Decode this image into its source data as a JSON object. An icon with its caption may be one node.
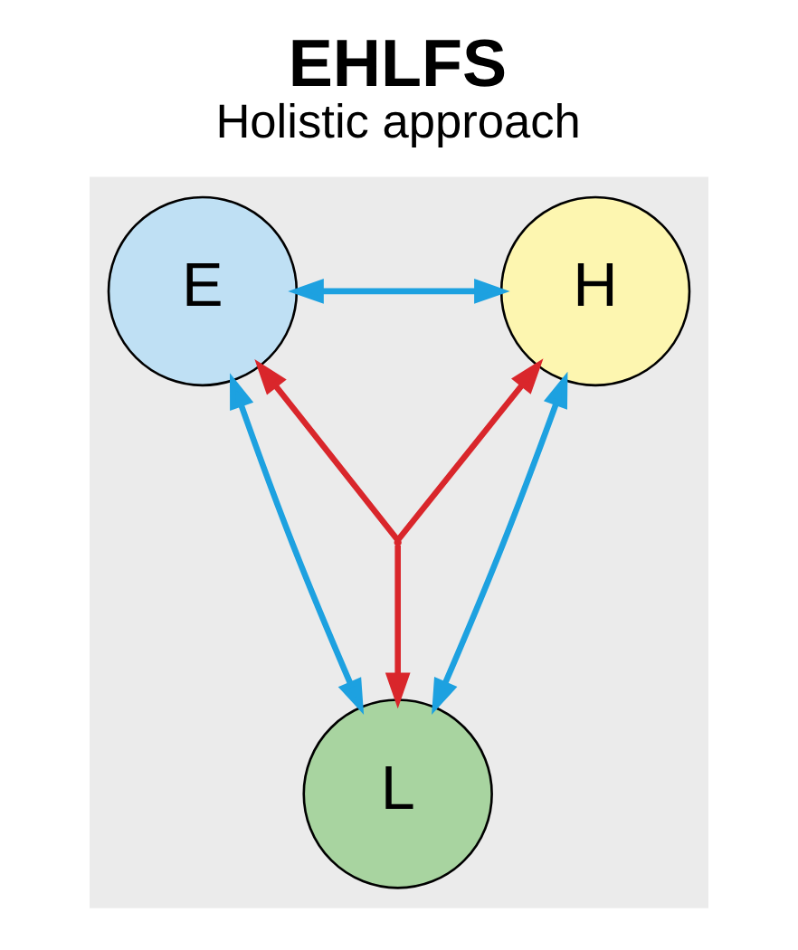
{
  "diagram": {
    "title": "EHLFS",
    "caption": "Holistic approach",
    "nodes": [
      {
        "text": [],
        "shape": "box"
      },
      {
        "text": [
          "E"
        ],
        "in": 0
      },
      {
        "text": [
          "H"
        ],
        "in": 0
      },
      {
        "text": [
          "L"
        ],
        "in": 0
      },
      {
        "text": [],
        "shape": "point",
        "in": 0
      }
    ],
    "edges": [
      {
        "from": 1,
        "to": 2,
        "arrow": "both"
      },
      {
        "from": 1,
        "to": 3,
        "arrow": "both"
      },
      {
        "from": 2,
        "to": 3,
        "arrow": "both"
      },
      {
        "from": 4,
        "to": 1,
        "arrow": "to",
        "color": "#d9262b"
      },
      {
        "from": 4,
        "to": 2,
        "arrow": "to",
        "color": "#d9262b"
      },
      {
        "from": 4,
        "to": 3,
        "arrow": "to",
        "color": "#d9262b"
      }
    ]
  }
}
